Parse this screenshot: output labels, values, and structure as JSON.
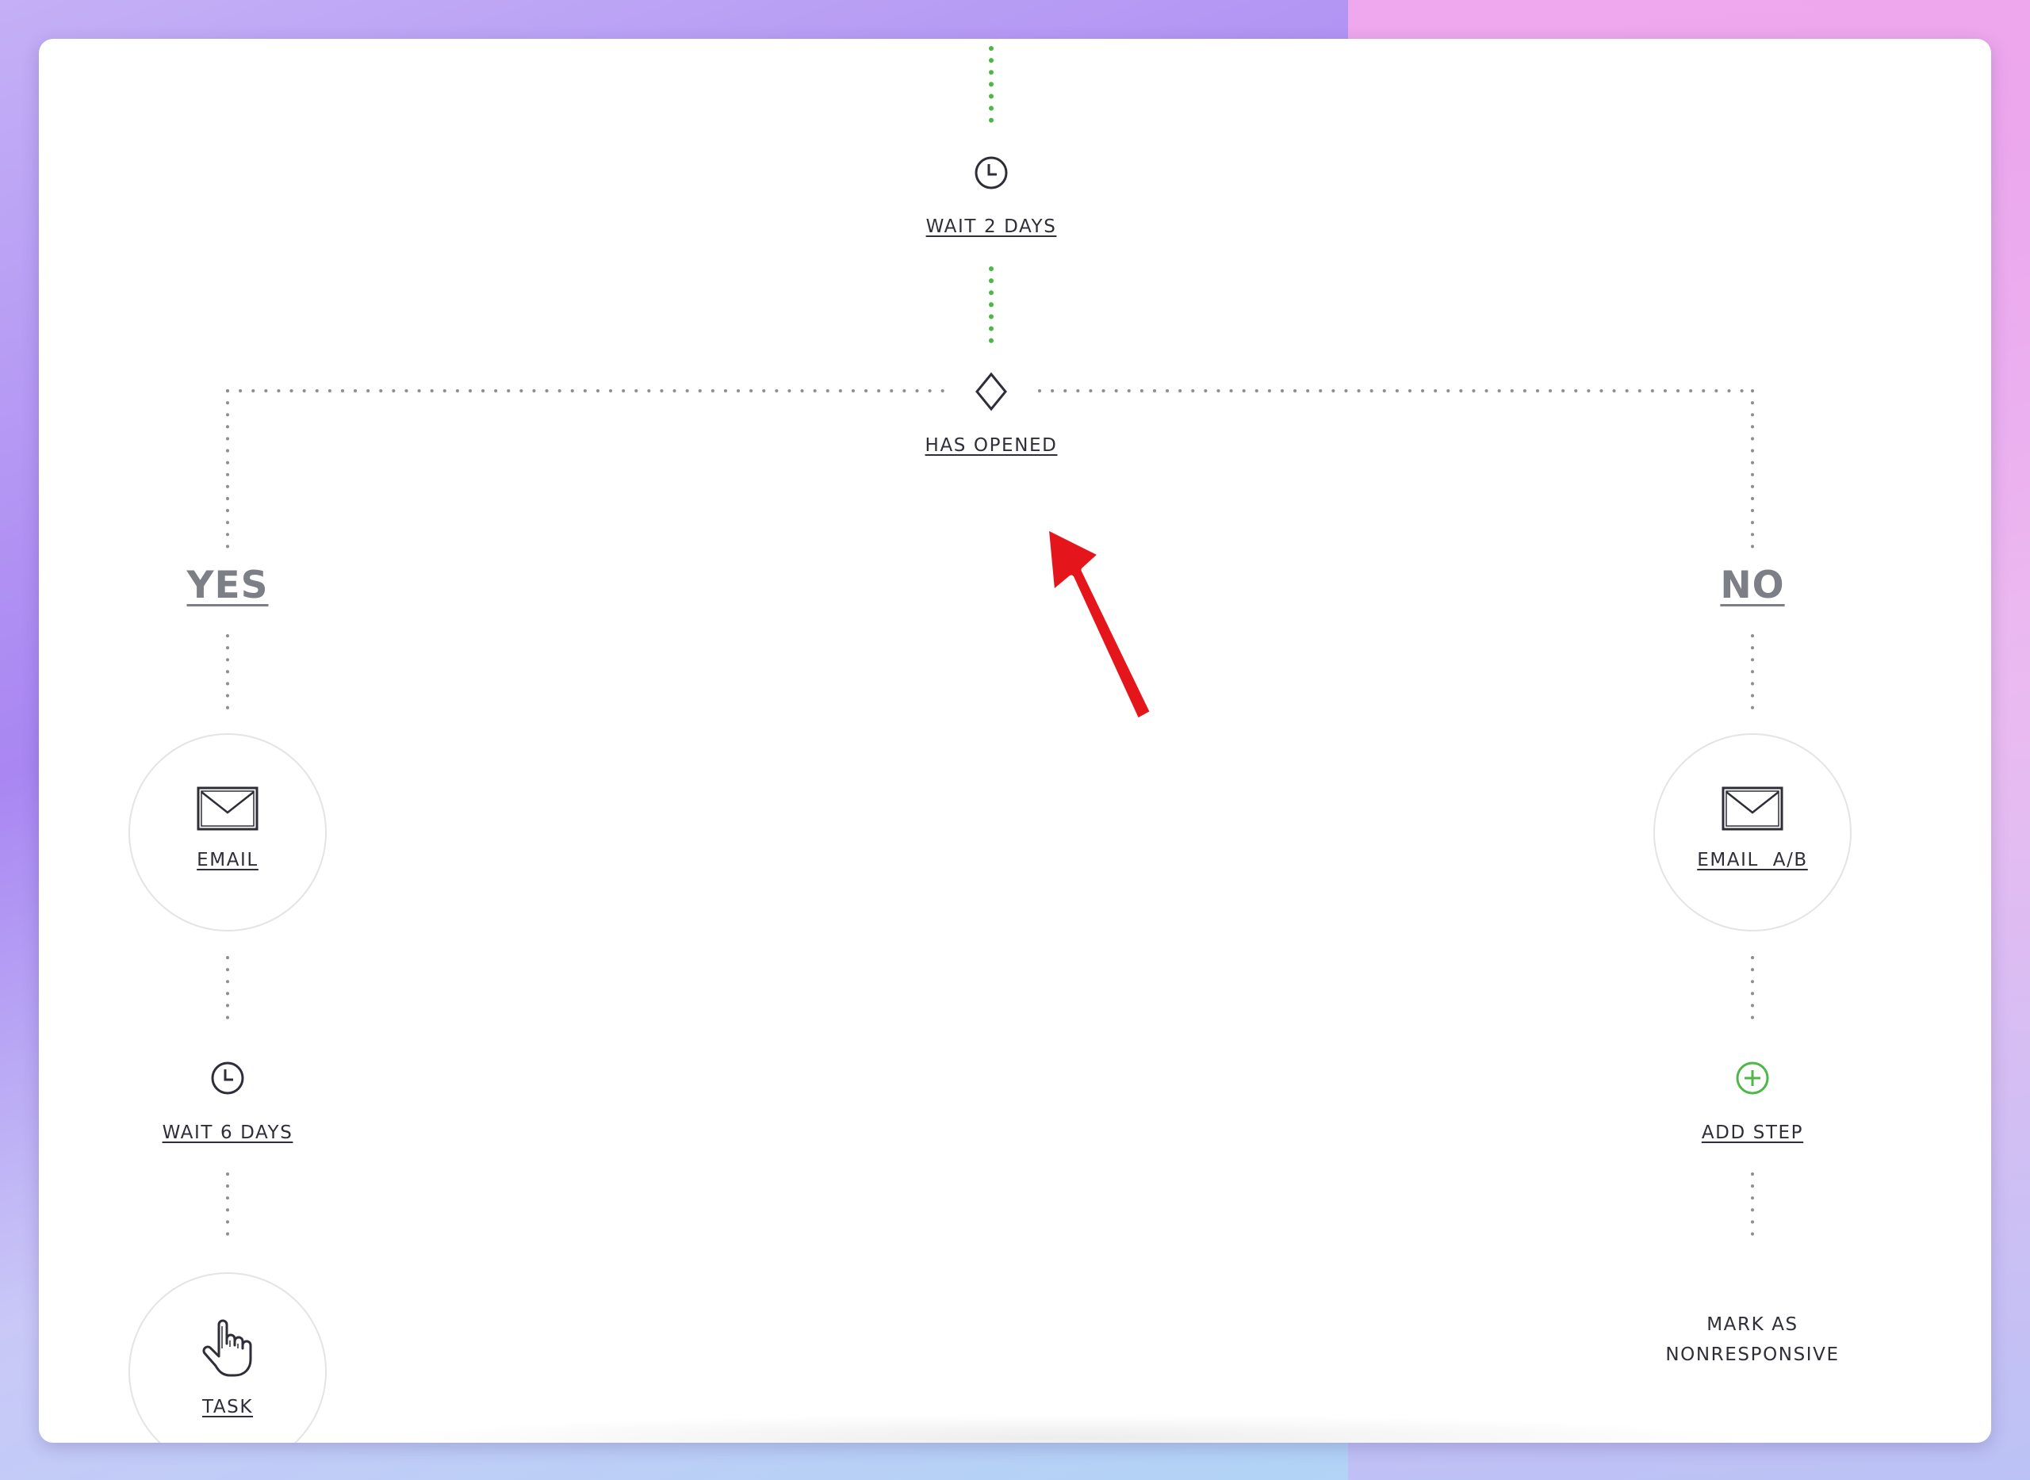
{
  "colors": {
    "accent_green": "#4db848",
    "connector_gray": "#8e8e95",
    "text_dark": "#2e2e38",
    "branch_gray": "#7d7f86",
    "arrow_red": "#e5161b"
  },
  "workflow": {
    "wait_top": {
      "label": "WAIT 2 DAYS",
      "icon": "clock-icon"
    },
    "condition": {
      "label": "HAS OPENED",
      "icon": "diamond-icon"
    },
    "yes_branch": {
      "label": "YES",
      "email": {
        "label": "EMAIL",
        "icon": "envelope-icon"
      },
      "wait": {
        "label": "WAIT 6 DAYS",
        "icon": "clock-icon"
      },
      "task": {
        "label": "TASK",
        "icon": "hand-pointer-icon"
      }
    },
    "no_branch": {
      "label": "NO",
      "email": {
        "label": "EMAIL  A/B",
        "icon": "envelope-icon"
      },
      "add_step": {
        "label": "ADD STEP",
        "icon": "plus-circle-icon"
      },
      "end": {
        "line1": "MARK AS",
        "line2": "NONRESPONSIVE"
      }
    }
  },
  "annotation": {
    "icon": "red-arrow-icon"
  }
}
